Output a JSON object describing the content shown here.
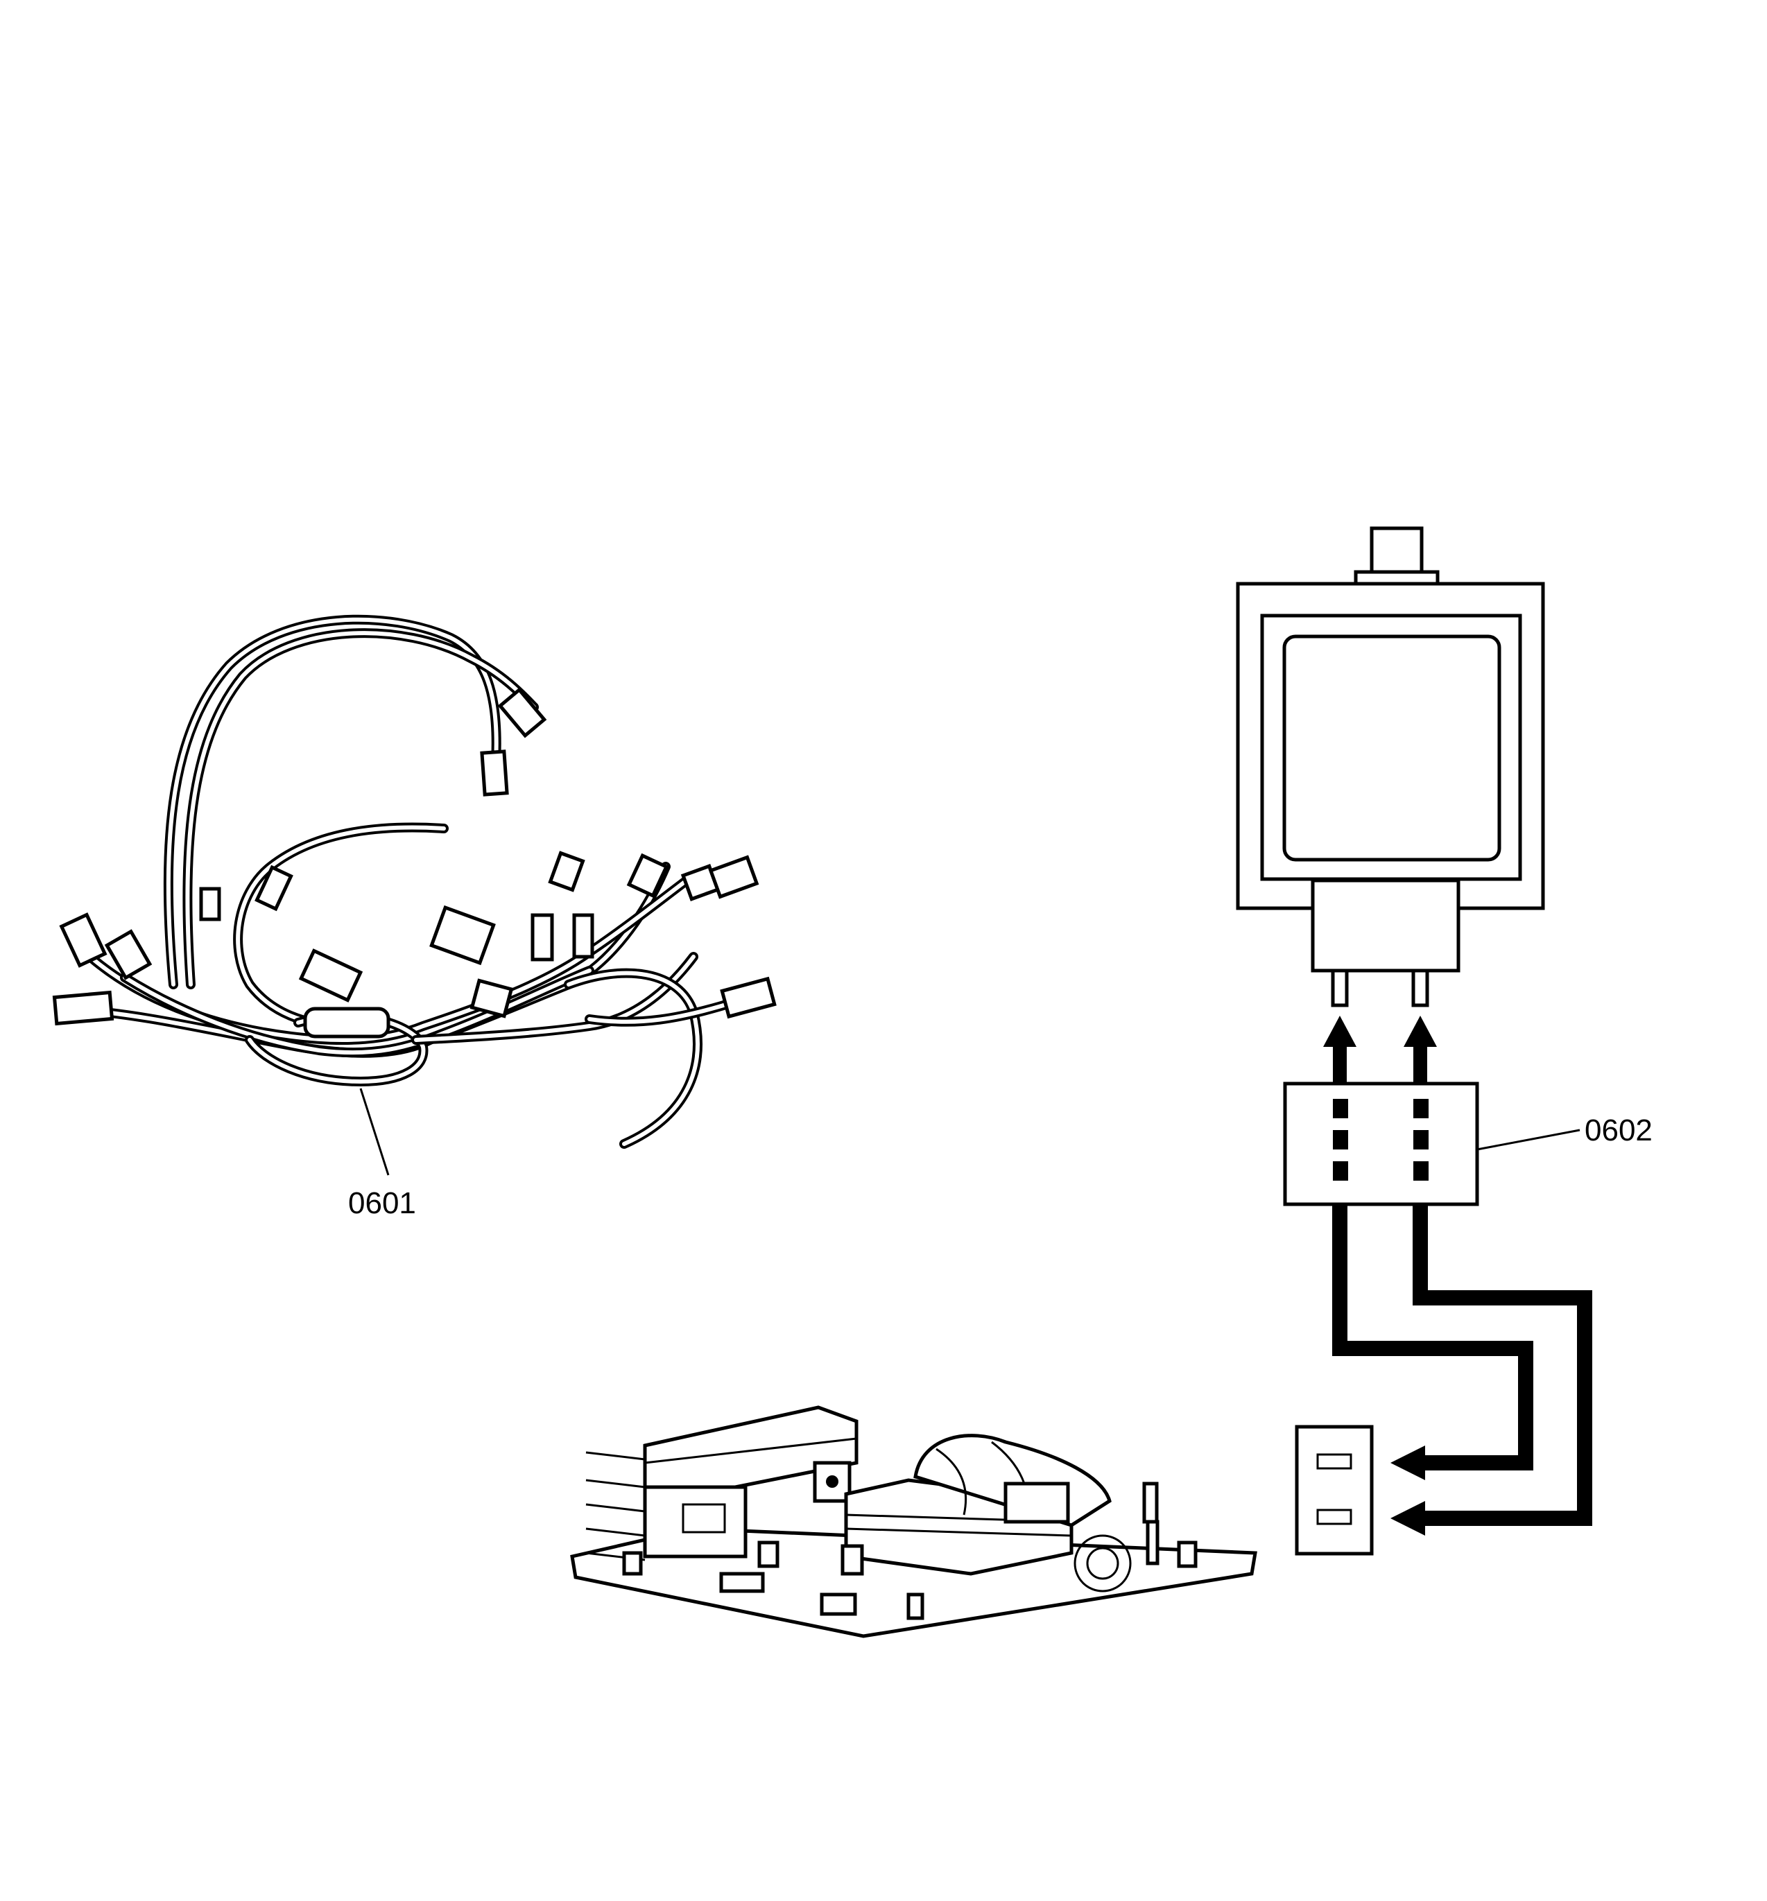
{
  "parts": [
    {
      "id": "wire-harness",
      "callout": "0601"
    },
    {
      "id": "high-voltage-noise-filter",
      "callout": "0602"
    }
  ],
  "colors": {
    "ink": "#000000",
    "paper": "#ffffff"
  }
}
